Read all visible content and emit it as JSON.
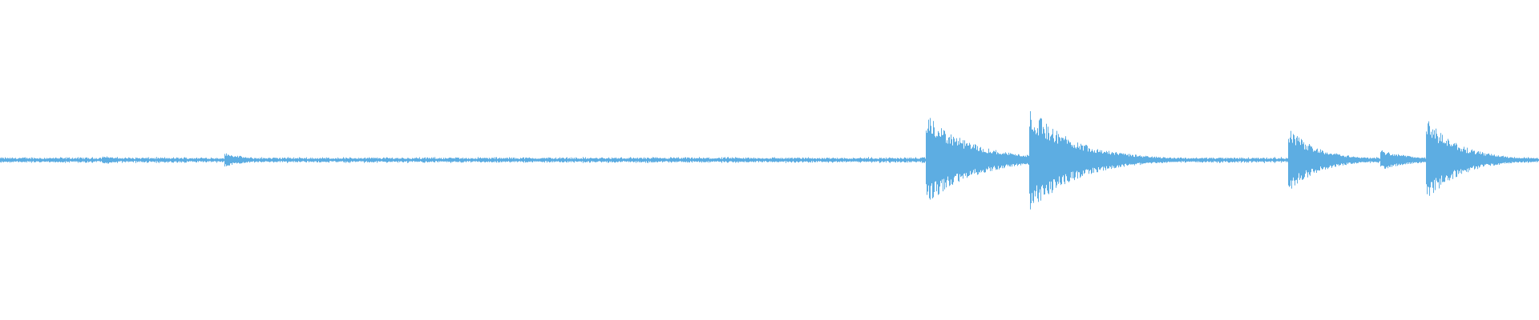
{
  "waveform": {
    "color": "#5dade2",
    "background": "#ffffff",
    "baseline_amplitude": 0.04,
    "peak_amplitude_scale": 1.0,
    "events": [
      {
        "position": 0.068,
        "amplitude": 0.08,
        "decay": 0.01
      },
      {
        "position": 0.147,
        "amplitude": 0.12,
        "decay": 0.012
      },
      {
        "position": 0.155,
        "amplitude": 0.08,
        "decay": 0.01
      },
      {
        "position": 0.603,
        "amplitude": 0.78,
        "decay": 0.03
      },
      {
        "position": 0.67,
        "amplitude": 0.92,
        "decay": 0.03
      },
      {
        "position": 0.838,
        "amplitude": 0.55,
        "decay": 0.02
      },
      {
        "position": 0.898,
        "amplitude": 0.18,
        "decay": 0.02
      },
      {
        "position": 0.928,
        "amplitude": 0.7,
        "decay": 0.022
      }
    ]
  }
}
